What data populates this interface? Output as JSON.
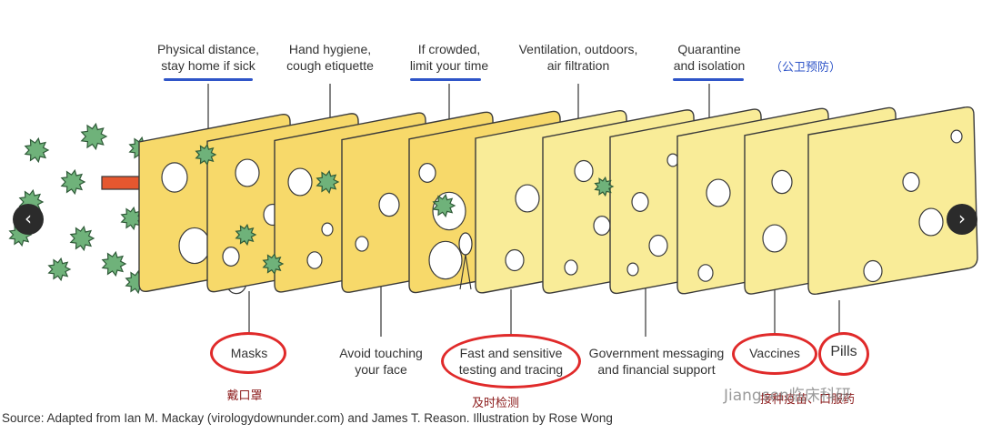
{
  "top_labels": [
    {
      "text": "Physical distance,\nstay home if sick"
    },
    {
      "text": "Hand hygiene,\ncough etiquette"
    },
    {
      "text": "If crowded,\nlimit your time"
    },
    {
      "text": "Ventilation, outdoors,\nair filtration"
    },
    {
      "text": "Quarantine\nand isolation"
    }
  ],
  "bottom_labels": [
    {
      "text": "Masks"
    },
    {
      "text": "Avoid touching\nyour face"
    },
    {
      "text": "Fast and sensitive\ntesting and tracing"
    },
    {
      "text": "Government messaging\nand financial support"
    },
    {
      "text": "Vaccines"
    },
    {
      "text": "Pills"
    }
  ],
  "annotations": {
    "public_health": "（公卫预防）",
    "masks_cn": "戴口罩",
    "testing_cn": "及时检测",
    "vaccines_pills_cn": "接种疫苗、口服药"
  },
  "source": "Source: Adapted from Ian M. Mackay (virologydownunder.com) and James T. Reason. Illustration by Rose Wong",
  "watermark": "Jiangsen临床科研",
  "nav": {
    "prev": "‹",
    "next": "›"
  },
  "colors": {
    "slice_yellow": "#f7d96a",
    "slice_pale": "#f9ec98",
    "slice_edge": "#3a3a3a",
    "virus": "#6fb27a",
    "arrow": "#e5572f",
    "highlight_blue": "#2f55c8",
    "highlight_red": "#e02a2a"
  }
}
